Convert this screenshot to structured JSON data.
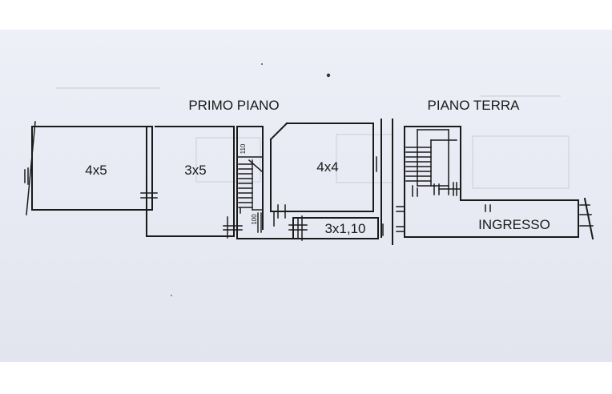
{
  "headings": {
    "first_floor": "PRIMO PIANO",
    "ground_floor": "PIANO TERRA"
  },
  "rooms": {
    "room_a": "4x5",
    "room_b": "3x5",
    "room_c": "4x4",
    "room_d": "3x1,10",
    "entrance": "INGRESSO"
  },
  "dimensions": {
    "stair_top": "110",
    "stair_bottom": "100"
  },
  "colors": {
    "line": "#1a1a1a",
    "paper": "#e9ebf4",
    "faint": "#c9ccd8"
  }
}
